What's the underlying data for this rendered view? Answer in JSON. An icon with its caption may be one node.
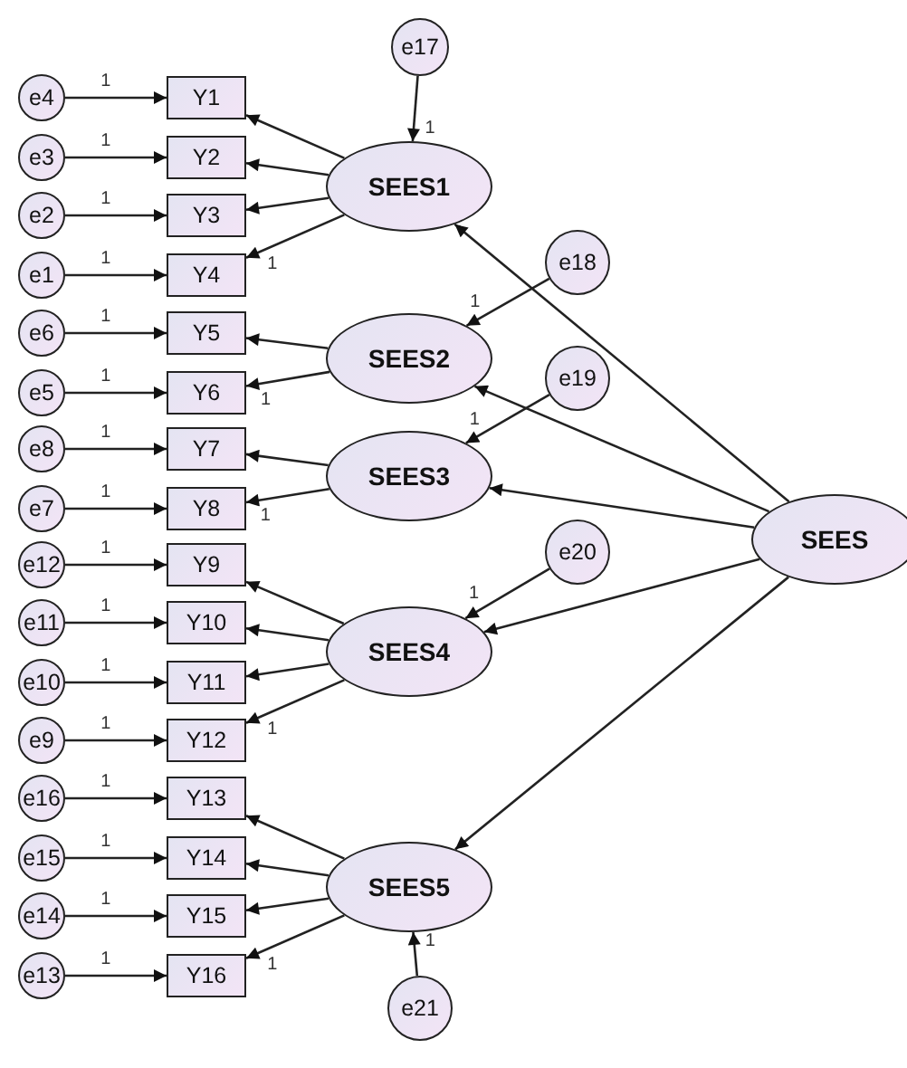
{
  "diagram": {
    "nodes": [
      {
        "text": [
          "e17"
        ]
      },
      {
        "text": [
          "e4"
        ]
      },
      {
        "text": [
          "Y1"
        ]
      },
      {
        "text": [
          "e3"
        ]
      },
      {
        "text": [
          "Y2"
        ]
      },
      {
        "text": [
          "e2"
        ]
      },
      {
        "text": [
          "Y3"
        ]
      },
      {
        "text": [
          "e1"
        ]
      },
      {
        "text": [
          "Y4"
        ]
      },
      {
        "text": [
          "e6"
        ]
      },
      {
        "text": [
          "Y5"
        ]
      },
      {
        "text": [
          "e5"
        ]
      },
      {
        "text": [
          "Y6"
        ]
      },
      {
        "text": [
          "e8"
        ]
      },
      {
        "text": [
          "Y7"
        ]
      },
      {
        "text": [
          "e7"
        ]
      },
      {
        "text": [
          "Y8"
        ]
      },
      {
        "text": [
          "e12"
        ]
      },
      {
        "text": [
          "Y9"
        ]
      },
      {
        "text": [
          "e11"
        ]
      },
      {
        "text": [
          "Y10"
        ]
      },
      {
        "text": [
          "e10"
        ]
      },
      {
        "text": [
          "Y11"
        ]
      },
      {
        "text": [
          "e9"
        ]
      },
      {
        "text": [
          "Y12"
        ]
      },
      {
        "text": [
          "e16"
        ]
      },
      {
        "text": [
          "Y13"
        ]
      },
      {
        "text": [
          "e15"
        ]
      },
      {
        "text": [
          "Y14"
        ]
      },
      {
        "text": [
          "e14"
        ]
      },
      {
        "text": [
          "Y15"
        ]
      },
      {
        "text": [
          "e13"
        ]
      },
      {
        "text": [
          "Y16"
        ]
      },
      {
        "text": [
          "SEES1"
        ]
      },
      {
        "text": [
          "e18"
        ]
      },
      {
        "text": [
          "SEES2"
        ]
      },
      {
        "text": [
          "e19"
        ]
      },
      {
        "text": [
          "SEES3"
        ]
      },
      {
        "text": [
          "SEES"
        ]
      },
      {
        "text": [
          "e20"
        ]
      },
      {
        "text": [
          "SEES4"
        ]
      },
      {
        "text": [
          "SEES5"
        ]
      },
      {
        "text": [
          "e21"
        ]
      }
    ],
    "edges": [
      {
        "from": 1,
        "to": 2,
        "arrow": "to",
        "label": "1"
      },
      {
        "from": 3,
        "to": 4,
        "arrow": "to",
        "label": "1"
      },
      {
        "from": 5,
        "to": 6,
        "arrow": "to",
        "label": "1"
      },
      {
        "from": 7,
        "to": 8,
        "arrow": "to",
        "label": "1"
      },
      {
        "from": 9,
        "to": 10,
        "arrow": "to",
        "label": "1"
      },
      {
        "from": 11,
        "to": 12,
        "arrow": "to",
        "label": "1"
      },
      {
        "from": 13,
        "to": 14,
        "arrow": "to",
        "label": "1"
      },
      {
        "from": 15,
        "to": 16,
        "arrow": "to",
        "label": "1"
      },
      {
        "from": 17,
        "to": 18,
        "arrow": "to",
        "label": "1"
      },
      {
        "from": 19,
        "to": 20,
        "arrow": "to",
        "label": "1"
      },
      {
        "from": 21,
        "to": 22,
        "arrow": "to",
        "label": "1"
      },
      {
        "from": 23,
        "to": 24,
        "arrow": "to",
        "label": "1"
      },
      {
        "from": 25,
        "to": 26,
        "arrow": "to",
        "label": "1"
      },
      {
        "from": 27,
        "to": 28,
        "arrow": "to",
        "label": "1"
      },
      {
        "from": 29,
        "to": 30,
        "arrow": "to",
        "label": "1"
      },
      {
        "from": 31,
        "to": 32,
        "arrow": "to",
        "label": "1"
      },
      {
        "from": 33,
        "to": 2,
        "arrow": "to"
      },
      {
        "from": 33,
        "to": 4,
        "arrow": "to"
      },
      {
        "from": 33,
        "to": 6,
        "arrow": "to"
      },
      {
        "from": 33,
        "to": 8,
        "arrow": "to",
        "label": "1"
      },
      {
        "from": 35,
        "to": 10,
        "arrow": "to"
      },
      {
        "from": 35,
        "to": 12,
        "arrow": "to",
        "label": "1"
      },
      {
        "from": 37,
        "to": 14,
        "arrow": "to"
      },
      {
        "from": 37,
        "to": 16,
        "arrow": "to",
        "label": "1"
      },
      {
        "from": 40,
        "to": 18,
        "arrow": "to"
      },
      {
        "from": 40,
        "to": 20,
        "arrow": "to"
      },
      {
        "from": 40,
        "to": 22,
        "arrow": "to"
      },
      {
        "from": 40,
        "to": 24,
        "arrow": "to",
        "label": "1"
      },
      {
        "from": 41,
        "to": 26,
        "arrow": "to"
      },
      {
        "from": 41,
        "to": 28,
        "arrow": "to"
      },
      {
        "from": 41,
        "to": 30,
        "arrow": "to"
      },
      {
        "from": 41,
        "to": 32,
        "arrow": "to",
        "label": "1"
      },
      {
        "from": 0,
        "to": 33,
        "arrow": "to",
        "label": "1"
      },
      {
        "from": 34,
        "to": 35,
        "arrow": "to",
        "label": "1"
      },
      {
        "from": 36,
        "to": 37,
        "arrow": "to",
        "label": "1"
      },
      {
        "from": 39,
        "to": 40,
        "arrow": "to",
        "label": "1"
      },
      {
        "from": 42,
        "to": 41,
        "arrow": "to",
        "label": "1"
      },
      {
        "from": 38,
        "to": 33,
        "arrow": "to"
      },
      {
        "from": 38,
        "to": 35,
        "arrow": "to"
      },
      {
        "from": 38,
        "to": 37,
        "arrow": "to"
      },
      {
        "from": 38,
        "to": 40,
        "arrow": "to"
      },
      {
        "from": 38,
        "to": 41,
        "arrow": "to"
      }
    ]
  }
}
